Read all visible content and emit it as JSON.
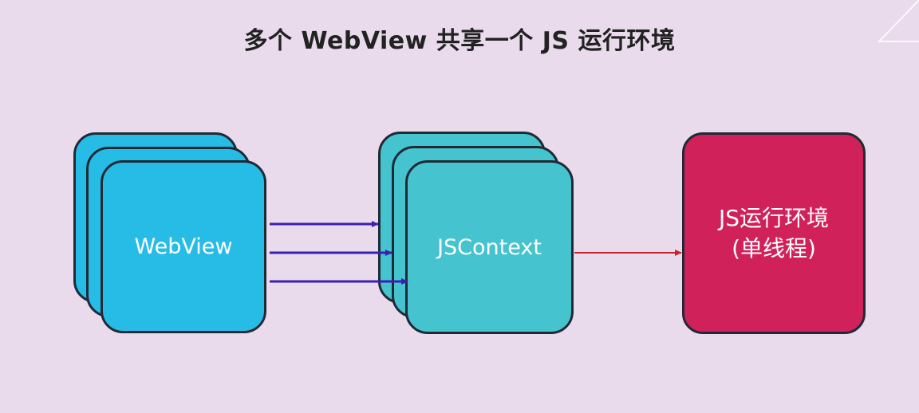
{
  "title": "多个 WebView 共享一个 JS 运行环境",
  "nodes": {
    "webview": {
      "label": "WebView"
    },
    "jscontext": {
      "label": "JSContext"
    },
    "runtime": {
      "line1": "JS运行环境",
      "line2": "(单线程)"
    }
  },
  "colors": {
    "background": "#e9daec",
    "webview_fill": "#27bce6",
    "jscontext_fill": "#45c3cf",
    "runtime_fill": "#d0215a",
    "arrow_blue": "#3a1fb0",
    "arrow_red": "#c0282e"
  }
}
